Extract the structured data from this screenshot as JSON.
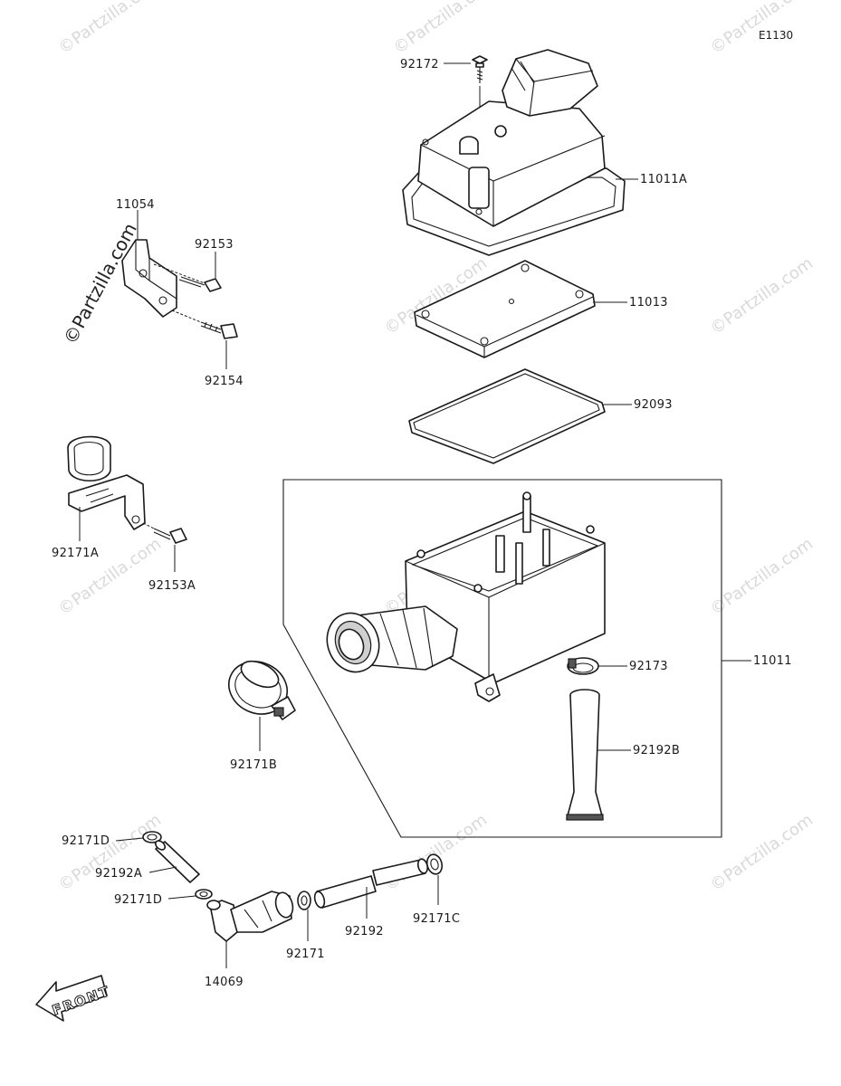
{
  "diagram_code": "E1130",
  "front_label": "FRONT",
  "watermark_text": "©Partzilla.com",
  "part_numbers": {
    "p92172": "92172",
    "p11011A": "11011A",
    "p11054": "11054",
    "p92153": "92153",
    "p92154": "92154",
    "p11013": "11013",
    "p92093": "92093",
    "p92171A": "92171A",
    "p92153A": "92153A",
    "p11011": "11011",
    "p92173": "92173",
    "p92192B": "92192B",
    "p92171B": "92171B",
    "p92171D_1": "92171D",
    "p92192A": "92192A",
    "p92171D_2": "92171D",
    "p92171": "92171",
    "p92192": "92192",
    "p92171C": "92171C",
    "p14069": "14069"
  },
  "colors": {
    "line": "#1a1a1a",
    "watermark": "#d9d9d9",
    "background": "#ffffff"
  }
}
